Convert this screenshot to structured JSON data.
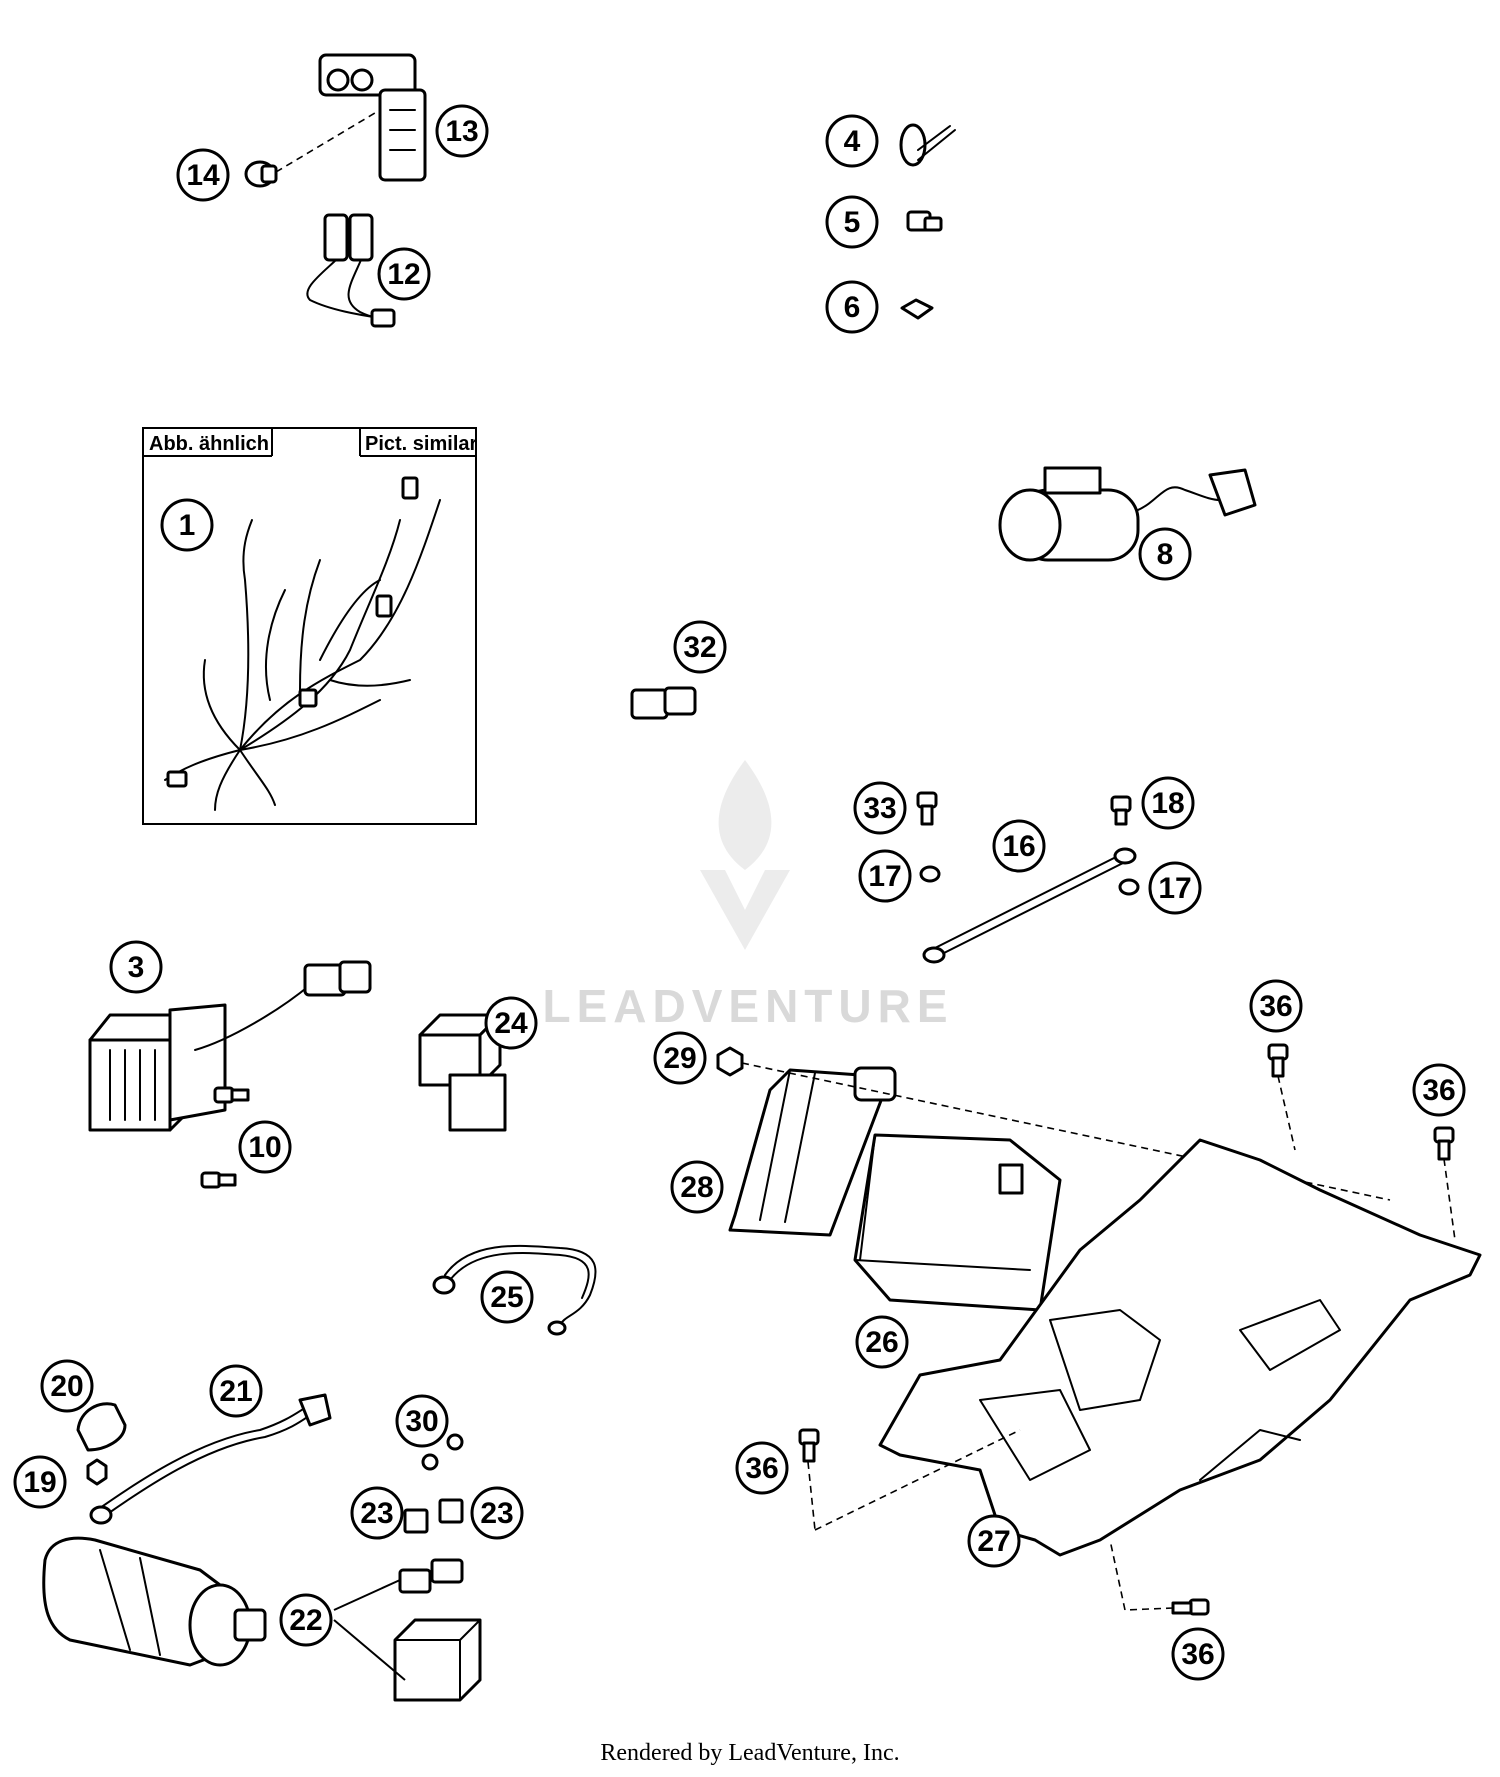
{
  "inset": {
    "label_left": "Abb. ähnlich",
    "label_right": "Pict. similar"
  },
  "callouts": [
    "1",
    "3",
    "4",
    "5",
    "6",
    "8",
    "10",
    "12",
    "13",
    "14",
    "16",
    "17",
    "17",
    "18",
    "19",
    "20",
    "21",
    "22",
    "23",
    "23",
    "24",
    "25",
    "26",
    "27",
    "28",
    "29",
    "30",
    "32",
    "33",
    "36",
    "36",
    "36",
    "36"
  ],
  "watermark": "LEADVENTURE",
  "footer": "Rendered by LeadVenture, Inc."
}
